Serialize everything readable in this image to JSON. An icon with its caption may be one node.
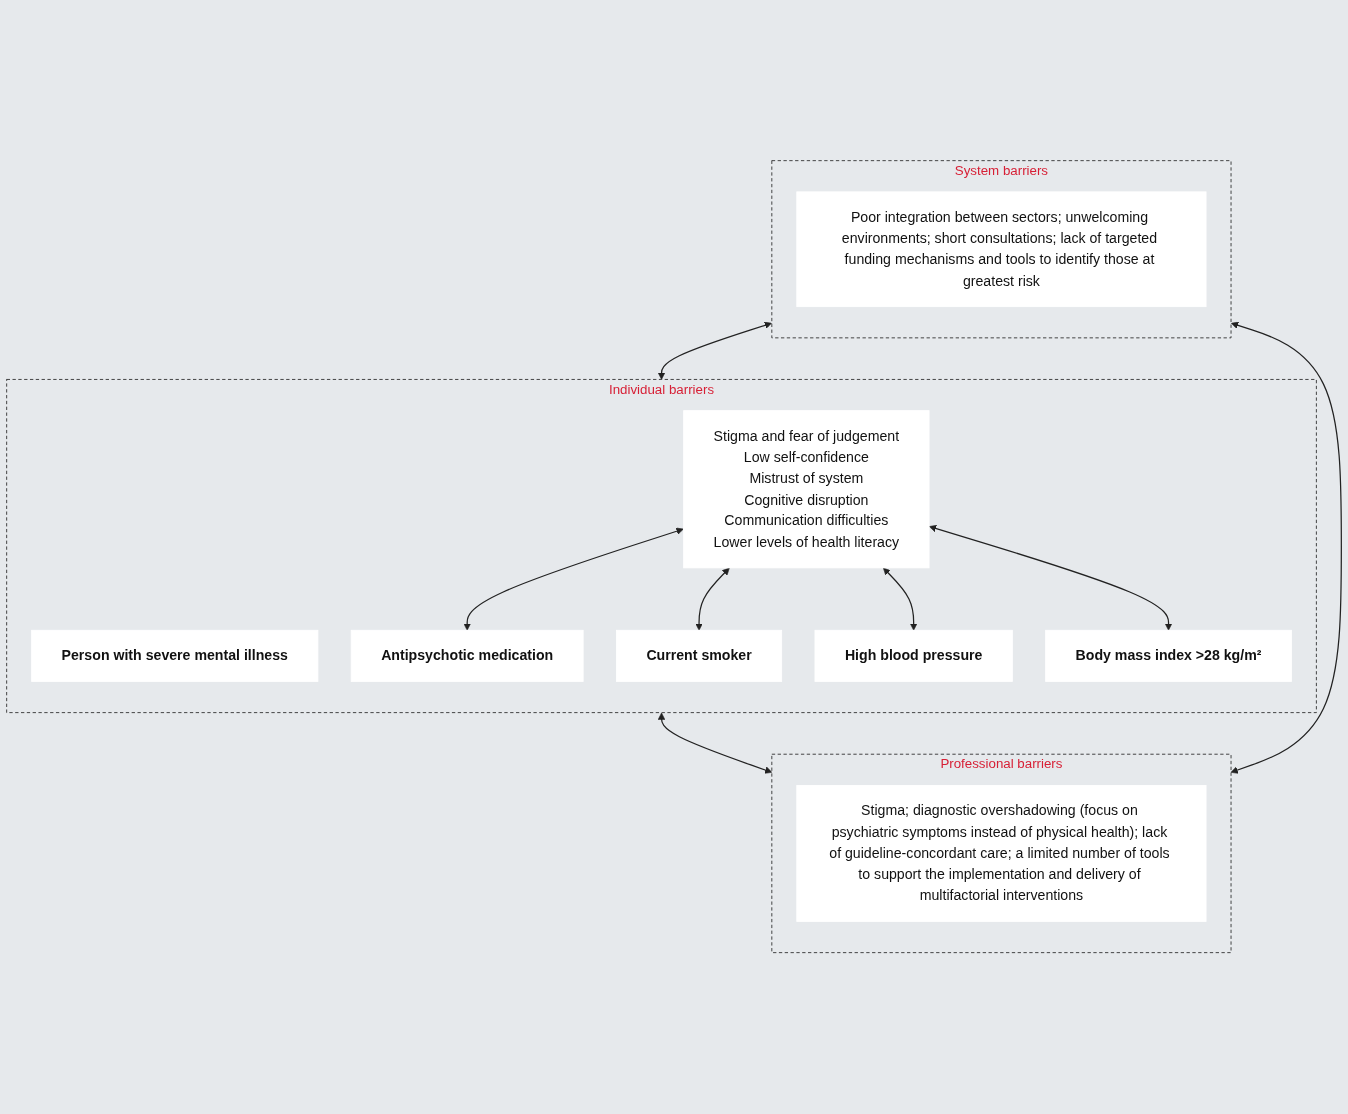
{
  "diagram": {
    "nodes": [
      {
        "text": [
          "System barriers"
        ]
      },
      {
        "text": [
          "Poor integration between sectors; unwelcoming environments; short consultations; lack of targeted funding mechanisms and tools to identify those at greatest risk"
        ],
        "in": 0
      },
      {
        "text": [
          "Individual barriers"
        ]
      },
      {
        "text": [
          "Person with severe mental illness"
        ],
        "in": 2
      },
      {
        "text": [
          "Stigma and fear of judgement",
          "Low self-confidence",
          "Mistrust of system",
          "Cognitive disruption",
          "Communication difficulties",
          "Lower levels of health literacy"
        ],
        "in": 2
      },
      {
        "text": [
          "Antipsychotic medication"
        ],
        "in": 2
      },
      {
        "text": [
          "Current smoker"
        ],
        "in": 2
      },
      {
        "text": [
          "High blood pressure"
        ],
        "in": 2
      },
      {
        "text": [
          "Body mass index >28 kg/m²"
        ],
        "in": 2
      },
      {
        "text": [
          "Professional barriers"
        ]
      },
      {
        "text": [
          "Stigma; diagnostic overshadowing (focus on psychiatric symptoms instead of physical health); lack of guideline-concordant care; a limited number of tools to support the implementation and delivery of multifactorial interventions"
        ],
        "in": 9
      }
    ],
    "edges": [
      {
        "from": 0,
        "to": 2,
        "arrow": "both"
      },
      {
        "from": 2,
        "to": 9,
        "arrow": "both"
      },
      {
        "from": 0,
        "to": 9,
        "arrow": "both"
      },
      {
        "from": 4,
        "to": 5,
        "arrow": "both"
      },
      {
        "from": 4,
        "to": 6,
        "arrow": "both"
      },
      {
        "from": 4,
        "to": 7,
        "arrow": "both"
      },
      {
        "from": 4,
        "to": 8,
        "arrow": "both"
      }
    ]
  }
}
